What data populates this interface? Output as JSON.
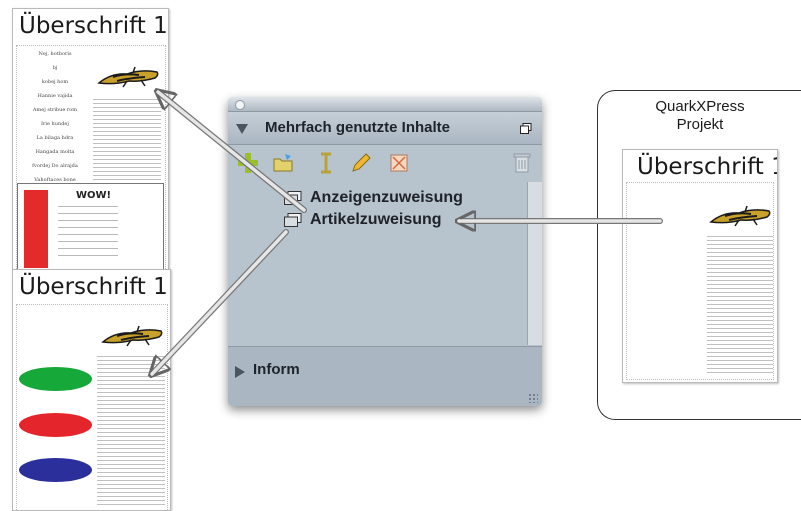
{
  "page1": {
    "heading": "Überschrift 1",
    "poem_lines": [
      "Nej, hotboris",
      "bj",
      "kobej hom",
      "Hannie vajida",
      "Amej stribue rom",
      "Irie hundej",
      "La bilaga hdra",
      "Hangada molta",
      "fvordej Do alrajda",
      "Vahoftaces bone"
    ],
    "wow_title": "WOW!"
  },
  "page2": {
    "heading": "Überschrift 1",
    "ellipse_colors": [
      "#17a83a",
      "#e4262c",
      "#2a2f9b"
    ]
  },
  "palette": {
    "title": "Mehrfach genutzte Inhalte",
    "items": [
      {
        "label": "Anzeigenzuweisung"
      },
      {
        "label": "Artikelzuweisung"
      }
    ],
    "footer_label": "Inform",
    "colors": {
      "body": "#b7c3cd",
      "accent_add": "#9bbf2c"
    }
  },
  "project": {
    "title": "QuarkXPress\nProjekt",
    "page_heading": "Überschrift 1"
  },
  "icons": [
    "add-icon",
    "folder-icon",
    "text-cursor-icon",
    "pencil-icon",
    "image-icon",
    "trash-icon",
    "menu-icon",
    "document-stack-icon"
  ]
}
